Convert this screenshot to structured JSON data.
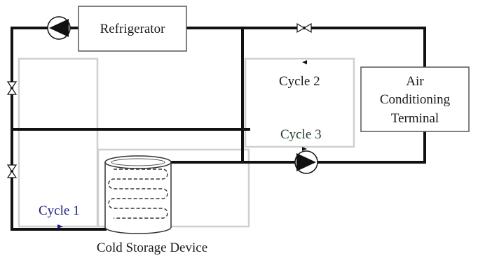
{
  "components": {
    "refrigerator": "Refrigerator",
    "air_conditioning_terminal": [
      "Air",
      "Conditioning",
      "Terminal"
    ],
    "cold_storage_device": "Cold Storage Device"
  },
  "cycles": [
    {
      "label": "Cycle 1",
      "color": "#1a1a80"
    },
    {
      "label": "Cycle 2",
      "color": "#1a1a1a"
    },
    {
      "label": "Cycle 3",
      "color": "#1f3f2a"
    }
  ],
  "icons": [
    "pump-icon",
    "valve-icon"
  ]
}
